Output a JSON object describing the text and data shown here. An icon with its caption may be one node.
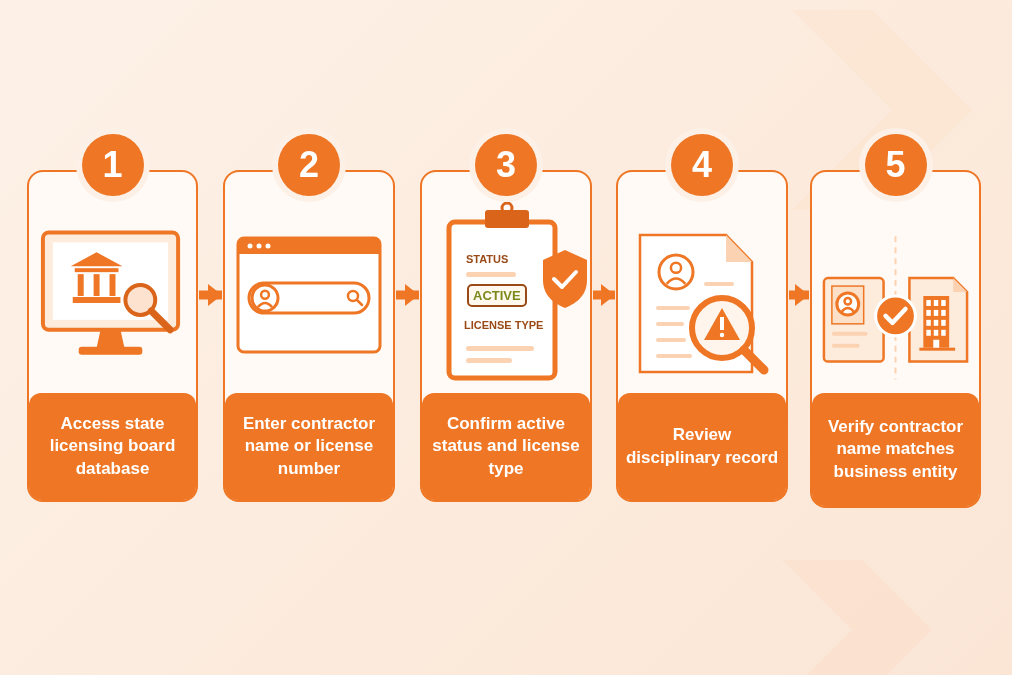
{
  "diagram": {
    "nodes": [
      {
        "text": [
          "1",
          "Access state licensing board database"
        ]
      },
      {
        "text": [
          "2",
          "Enter contractor name or license number"
        ]
      },
      {
        "text": [
          "3",
          "Confirm active status and license type"
        ]
      },
      {
        "text": [
          "4",
          "Review disciplinary record"
        ]
      },
      {
        "text": [
          "5",
          "Verify contractor name matches business entity"
        ]
      }
    ],
    "edges": [
      {
        "from": 0,
        "to": 1,
        "arrow": "to"
      },
      {
        "from": 1,
        "to": 2,
        "arrow": "to"
      },
      {
        "from": 2,
        "to": 3,
        "arrow": "to"
      },
      {
        "from": 3,
        "to": 4,
        "arrow": "to"
      }
    ],
    "labels": [
      "STATUS",
      "ACTIVE",
      "LICENSE TYPE"
    ]
  }
}
